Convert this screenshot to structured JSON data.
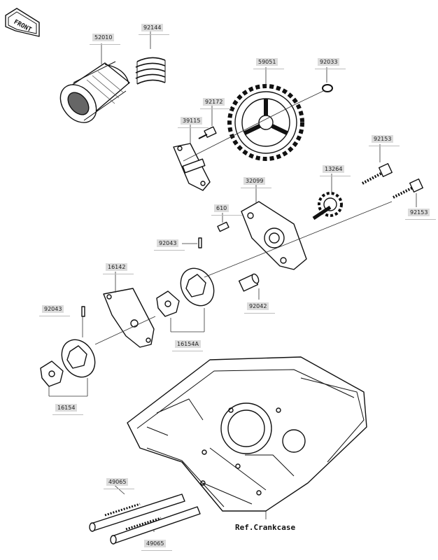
{
  "front_badge": {
    "text": "FRONT"
  },
  "reference": {
    "text": "Ref.Crankcase"
  },
  "parts": [
    {
      "id": "p52010",
      "number": "52010"
    },
    {
      "id": "p92144",
      "number": "92144"
    },
    {
      "id": "p59051",
      "number": "59051"
    },
    {
      "id": "p92033",
      "number": "92033"
    },
    {
      "id": "p92172",
      "number": "92172"
    },
    {
      "id": "p39115",
      "number": "39115"
    },
    {
      "id": "p92153a",
      "number": "92153"
    },
    {
      "id": "p13264",
      "number": "13264"
    },
    {
      "id": "p32099",
      "number": "32099"
    },
    {
      "id": "p610",
      "number": "610"
    },
    {
      "id": "p92153b",
      "number": "92153"
    },
    {
      "id": "p92043a",
      "number": "92043"
    },
    {
      "id": "p16142",
      "number": "16142"
    },
    {
      "id": "p92042",
      "number": "92042"
    },
    {
      "id": "p92043b",
      "number": "92043"
    },
    {
      "id": "p16154A",
      "number": "16154A"
    },
    {
      "id": "p16154",
      "number": "16154"
    },
    {
      "id": "p49065a",
      "number": "49065"
    },
    {
      "id": "p49065b",
      "number": "49065"
    }
  ]
}
